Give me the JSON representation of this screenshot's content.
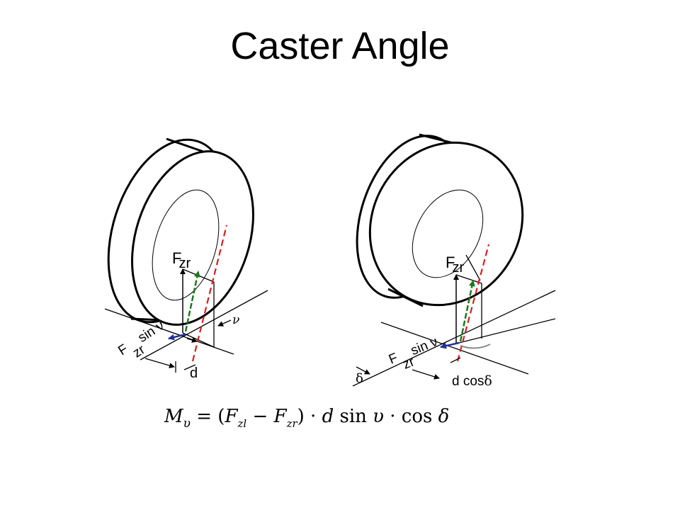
{
  "title": "Caster Angle",
  "colors": {
    "outline": "#000000",
    "force_arrow_green": "#1a7a1a",
    "axis_red": "#d42020",
    "arrow_blue": "#1f2f9a",
    "curve_gray": "#8a8a8a"
  },
  "left_wheel": {
    "force_label": {
      "F": "F",
      "sub": "zr"
    },
    "force_sin_label": {
      "F": "F",
      "sub": "zr",
      "rest": "sin ν"
    },
    "angle_nu": "ν",
    "distance": "d"
  },
  "right_wheel": {
    "force_label": {
      "F": "F",
      "sub": "zr"
    },
    "force_sin_label": {
      "F": "F",
      "sub": "zr",
      "rest": "sin ν"
    },
    "angle_delta": "δ",
    "distance": "d cos",
    "distance_delta": "δ"
  },
  "formula": {
    "M": "M",
    "M_sub": "υ",
    "eq_open": " = (",
    "F1": "F",
    "F1_sub": "zl",
    "minus": " − ",
    "F2": "F",
    "F2_sub": "zr",
    "close": ") · ",
    "d": "d",
    "sin": " sin ",
    "nu": "υ",
    "dot": " · ",
    "cos": "cos ",
    "delta": "δ"
  }
}
